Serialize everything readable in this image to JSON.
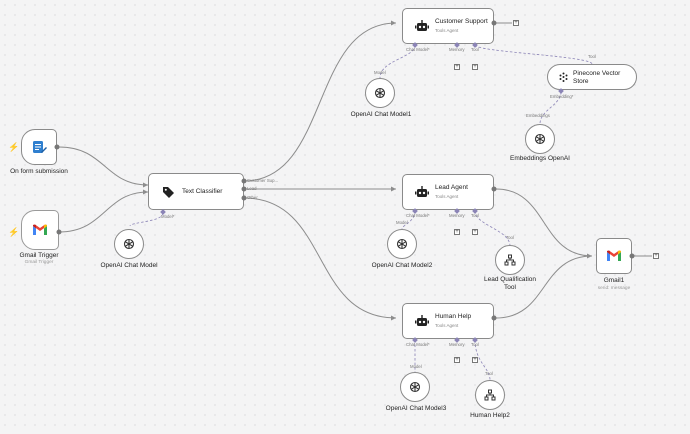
{
  "nodes": {
    "form_trigger": {
      "title": "On form submission"
    },
    "gmail_trigger": {
      "title": "Gmail Trigger",
      "subtitle": "Gmail Trigger"
    },
    "classifier": {
      "title": "Text Classifier",
      "outputs": [
        "Customer Sup...",
        "Lead",
        "Other"
      ],
      "model_port": "Model*"
    },
    "openai_model": {
      "title": "OpenAI Chat Model"
    },
    "customer_support": {
      "title": "Customer Support",
      "subtitle": "Tools Agent",
      "ports": [
        "Chat Model*",
        "Memory",
        "Tool"
      ]
    },
    "openai_model1": {
      "title": "OpenAI Chat Model1",
      "port": "Model"
    },
    "pinecone": {
      "title_line1": "Pinecone Vector",
      "title_line2": "Store",
      "port_tool": "Tool",
      "port_embedding": "Embedding*"
    },
    "embeddings": {
      "title": "Embeddings OpenAI",
      "port": "Embeddings"
    },
    "lead_agent": {
      "title": "Lead Agent",
      "subtitle": "Tools Agent",
      "ports": [
        "Chat Model*",
        "Memory",
        "Tool"
      ]
    },
    "openai_model2": {
      "title": "OpenAI Chat Model2",
      "port": "Model"
    },
    "lead_tool": {
      "title_line1": "Lead Qualification",
      "title_line2": "Tool",
      "port": "Tool"
    },
    "human_help": {
      "title": "Human Help",
      "subtitle": "Tools Agent",
      "ports": [
        "Chat Model*",
        "Memory",
        "Tool"
      ]
    },
    "openai_model3": {
      "title": "OpenAI Chat Model3",
      "port": "Model"
    },
    "human_help2": {
      "title": "Human Help2",
      "port": "Tool"
    },
    "gmail1": {
      "title": "Gmail1",
      "subtitle": "send: message"
    }
  },
  "colors": {
    "wire": "#8d8d8d",
    "sub_wire": "#8b84b6",
    "trigger_bolt": "#e2543c",
    "form_icon": "#2f7fcf"
  }
}
